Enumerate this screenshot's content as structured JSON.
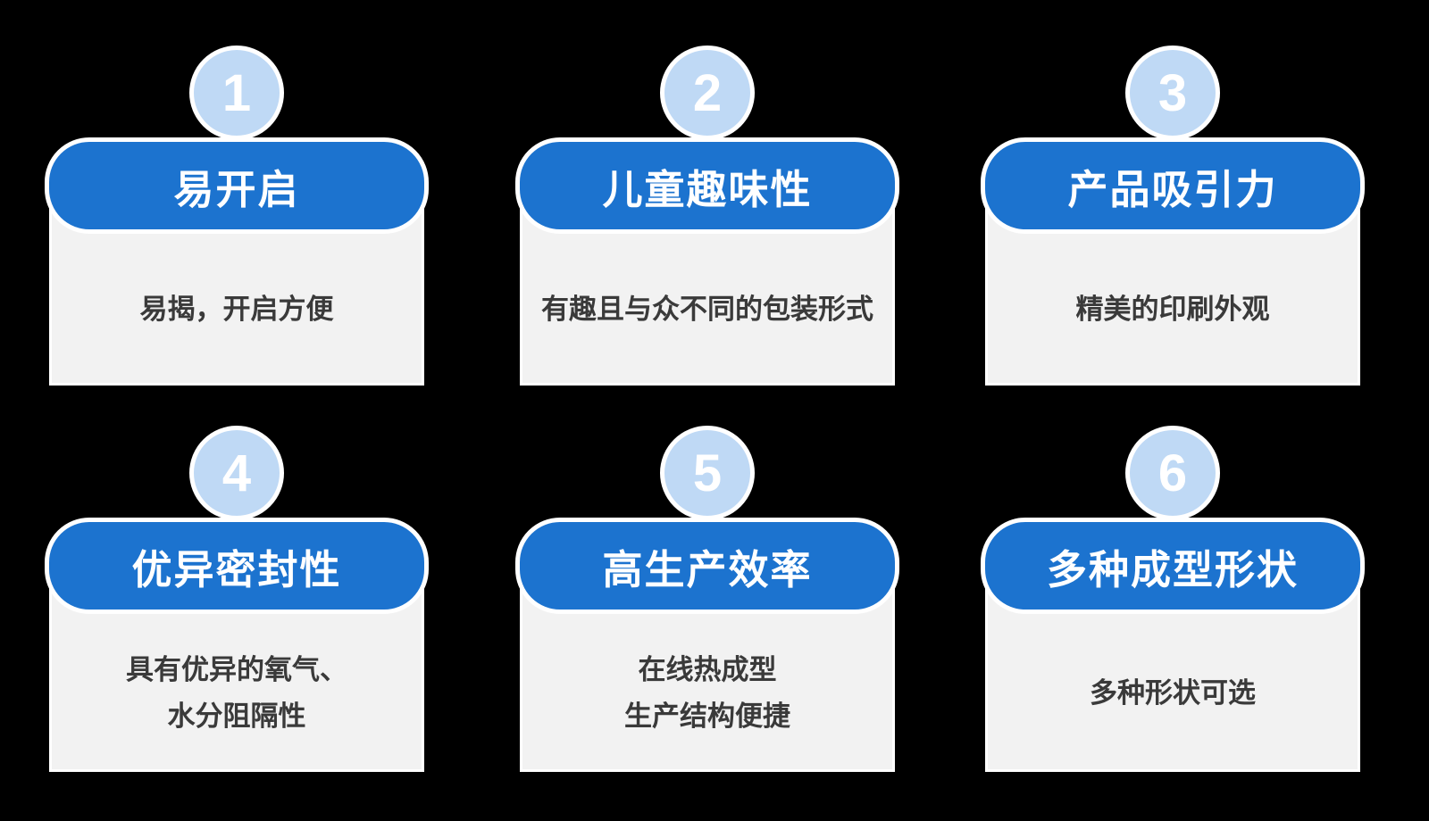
{
  "colors": {
    "background": "#000000",
    "header_blue": "#1C73CF",
    "circle_fill": "#BFD9F5",
    "body_bg": "#F2F2F2",
    "body_text": "#3A3A3A",
    "outline_white": "#FFFFFF"
  },
  "cards": [
    {
      "number": "1",
      "title": "易开启",
      "description": "易揭，开启方便"
    },
    {
      "number": "2",
      "title": "儿童趣味性",
      "description": "有趣且与众不同的包装形式"
    },
    {
      "number": "3",
      "title": "产品吸引力",
      "description": "精美的印刷外观"
    },
    {
      "number": "4",
      "title": "优异密封性",
      "description": "具有优异的氧气、\n水分阻隔性"
    },
    {
      "number": "5",
      "title": "高生产效率",
      "description": "在线热成型\n生产结构便捷"
    },
    {
      "number": "6",
      "title": "多种成型形状",
      "description": "多种形状可选"
    }
  ]
}
